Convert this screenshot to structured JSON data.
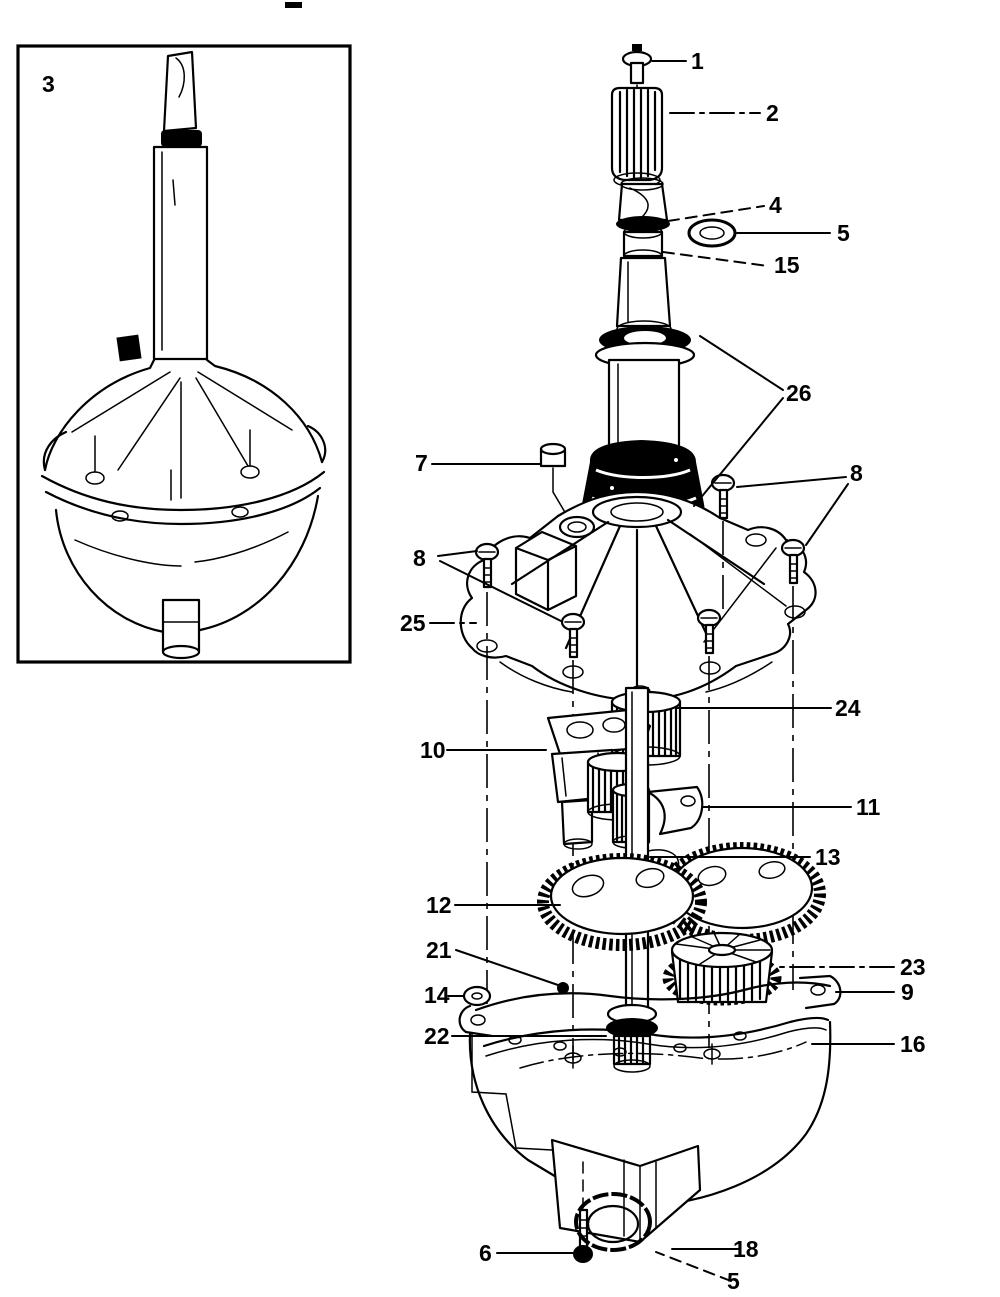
{
  "figure": {
    "ink_color": "#000000",
    "paper_color": "#ffffff"
  },
  "inset": {
    "label": "3"
  },
  "callouts": [
    {
      "label": "1"
    },
    {
      "label": "2"
    },
    {
      "label": "4"
    },
    {
      "label": "5"
    },
    {
      "label": "15"
    },
    {
      "label": "26"
    },
    {
      "label": "7"
    },
    {
      "label": "8"
    },
    {
      "label": "8"
    },
    {
      "label": "25"
    },
    {
      "label": "24"
    },
    {
      "label": "10"
    },
    {
      "label": "11"
    },
    {
      "label": "13"
    },
    {
      "label": "12"
    },
    {
      "label": "21"
    },
    {
      "label": "14"
    },
    {
      "label": "22"
    },
    {
      "label": "23"
    },
    {
      "label": "9"
    },
    {
      "label": "16"
    },
    {
      "label": "6"
    },
    {
      "label": "18"
    },
    {
      "label": "5"
    }
  ]
}
